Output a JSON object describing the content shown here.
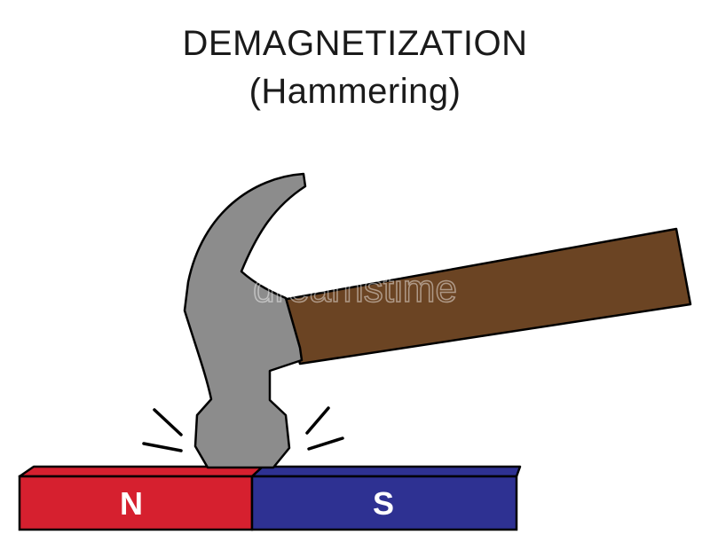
{
  "title": {
    "line1": "DEMAGNETIZATION",
    "line2": "(Hammering)"
  },
  "magnet": {
    "north_label": "N",
    "south_label": "S",
    "north_color": "#D6202F",
    "south_color": "#2E3192"
  },
  "hammer": {
    "head_color": "#8C8C8C",
    "handle_color": "#6B4423"
  },
  "watermark": "dreamstime"
}
